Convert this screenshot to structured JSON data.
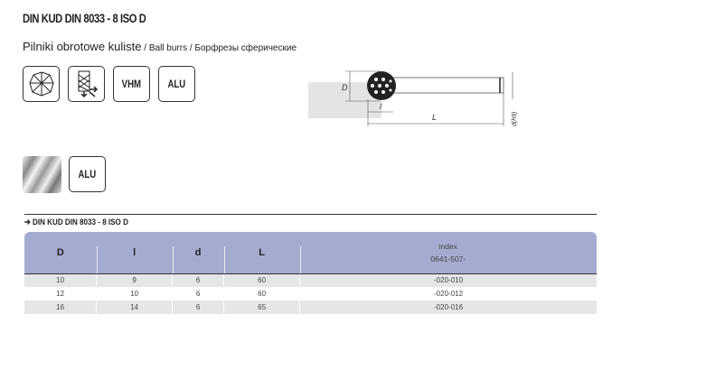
{
  "title": "DIN KUD   DIN 8033 - 8   ISO D",
  "subtitle": {
    "pl": "Pilniki obrotowe kuliste",
    "rest": " / Ball burrs / Борфрезы сферические"
  },
  "icons_row1": [
    {
      "name": "ball-cut-icon"
    },
    {
      "name": "diamond-cut-icon"
    },
    {
      "label": "VHM"
    },
    {
      "label": "ALU"
    }
  ],
  "icons_row2": [
    {
      "name": "aluminium-texture-icon"
    },
    {
      "label": "ALU"
    }
  ],
  "diagram": {
    "D": "D",
    "l": "l",
    "L": "L",
    "d": "d(h9)"
  },
  "section_heading": "DIN KUD   DIN 8033 - 8   ISO D",
  "table": {
    "headers": [
      "D",
      "l",
      "d",
      "L"
    ],
    "index_header": [
      "index",
      "0641-507-"
    ],
    "rows": [
      [
        "10",
        "9",
        "6",
        "60",
        "-020-010"
      ],
      [
        "12",
        "10",
        "6",
        "60",
        "-020-012"
      ],
      [
        "16",
        "14",
        "6",
        "65",
        "-020-016"
      ]
    ]
  }
}
